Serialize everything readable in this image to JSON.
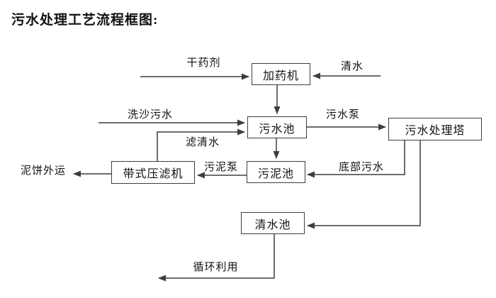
{
  "title": "污水处理工艺流程框图:",
  "nodes": {
    "dosing_machine": "加药机",
    "sewage_pool": "污水池",
    "treatment_tower": "污水处理塔",
    "sludge_pool": "污泥池",
    "belt_filter_press": "带式压滤机",
    "clean_water_pool": "清水池"
  },
  "edges": [
    {
      "from": "dry_agent_input",
      "to": "dosing_machine",
      "label": "干药剂"
    },
    {
      "from": "clean_water_input",
      "to": "dosing_machine",
      "label": "清水"
    },
    {
      "from": "dosing_machine",
      "to": "sewage_pool",
      "label": ""
    },
    {
      "from": "sand_wash_input",
      "to": "sewage_pool",
      "label": "洗沙污水"
    },
    {
      "from": "belt_filter_press",
      "to": "sewage_pool",
      "label": "滤清水"
    },
    {
      "from": "sewage_pool",
      "to": "treatment_tower",
      "label": "污水泵"
    },
    {
      "from": "sewage_pool",
      "to": "sludge_pool",
      "label": ""
    },
    {
      "from": "treatment_tower",
      "to": "sludge_pool",
      "label": "底部污水"
    },
    {
      "from": "sludge_pool",
      "to": "belt_filter_press",
      "label": "污泥泵"
    },
    {
      "from": "belt_filter_press",
      "to": "offsite_output",
      "label": "泥饼外运"
    },
    {
      "from": "treatment_tower",
      "to": "clean_water_pool",
      "label": ""
    },
    {
      "from": "clean_water_pool",
      "to": "reuse_output",
      "label": "循环利用"
    }
  ],
  "colors": {
    "line": "#3d3d3d",
    "text": "#111111",
    "background": "#ffffff"
  }
}
